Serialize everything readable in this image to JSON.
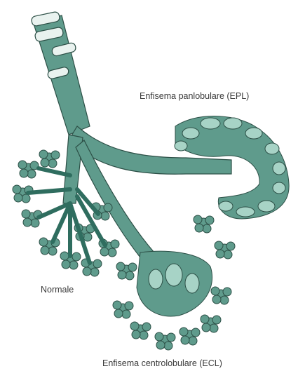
{
  "labels": {
    "panlobular": "Enfisema panlobulare (EPL)",
    "normal": "Normale",
    "centrolobular": "Enfisema centrolobulare (ECL)"
  },
  "colors": {
    "airway": "#5f9b8c",
    "airway_dark": "#2f6d5f",
    "highlight": "#a7d3c6",
    "cartilage": "#e9f2ef",
    "outline": "#2c4f46"
  }
}
